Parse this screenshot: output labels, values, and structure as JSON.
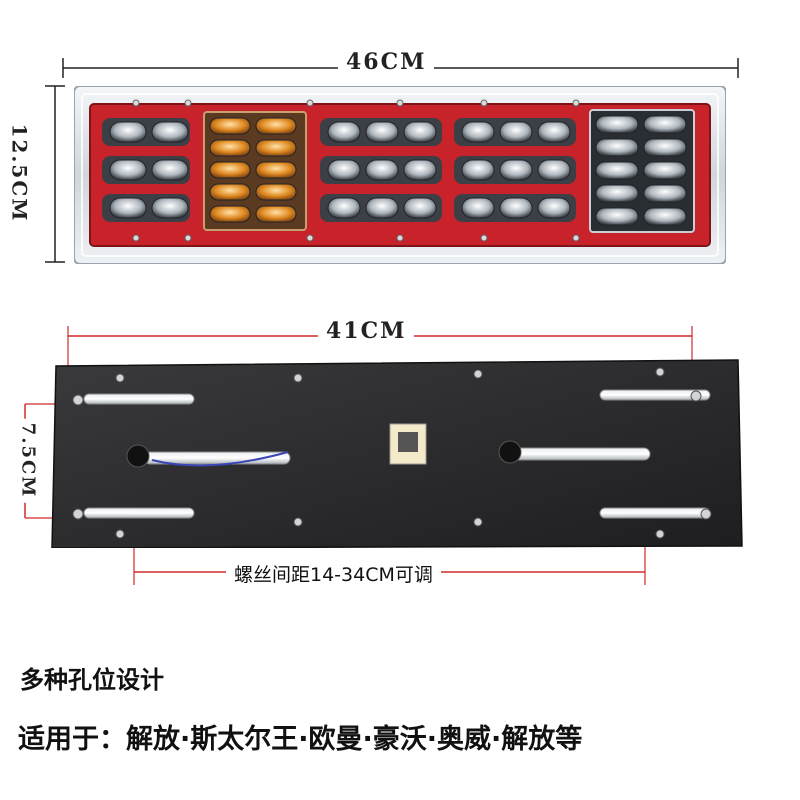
{
  "dimensions": {
    "top_width": "46CM",
    "top_height": "12.5CM",
    "bottom_width": "41CM",
    "bottom_height": "7.5CM",
    "screw_spacing": "螺丝间距14-34CM可调"
  },
  "captions": {
    "line1": "多种孔位设计",
    "line2": "适用于：解放·斯太尔王·欧曼·豪沃·奥威·解放等"
  },
  "colors": {
    "lamp_red": "#c8232a",
    "amber": "#e59a2e",
    "plate_black": "#2a2a2c",
    "dimension_line": "#d22a2a"
  },
  "illustrations": [
    "tail-lamp-front-photo",
    "tail-lamp-back-plate-photo"
  ]
}
